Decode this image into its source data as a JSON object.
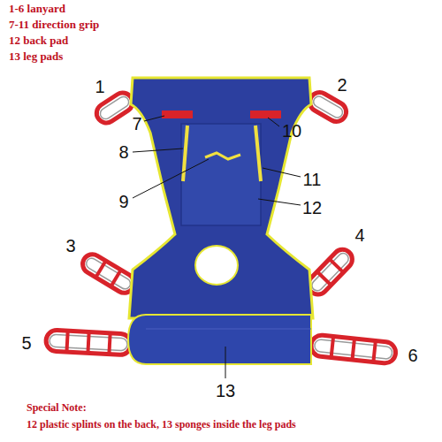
{
  "diagram": {
    "labels": [
      "1-6 lanyard",
      "7-11 direction grip",
      "12 back pad",
      "13 leg pads",
      "1",
      "2",
      "3",
      "4",
      "5",
      "6",
      "7",
      "8",
      "9",
      "10",
      "11",
      "12",
      "13",
      "Special Note:",
      "12 plastic splints on the back, 13 sponges inside the leg pads"
    ]
  }
}
